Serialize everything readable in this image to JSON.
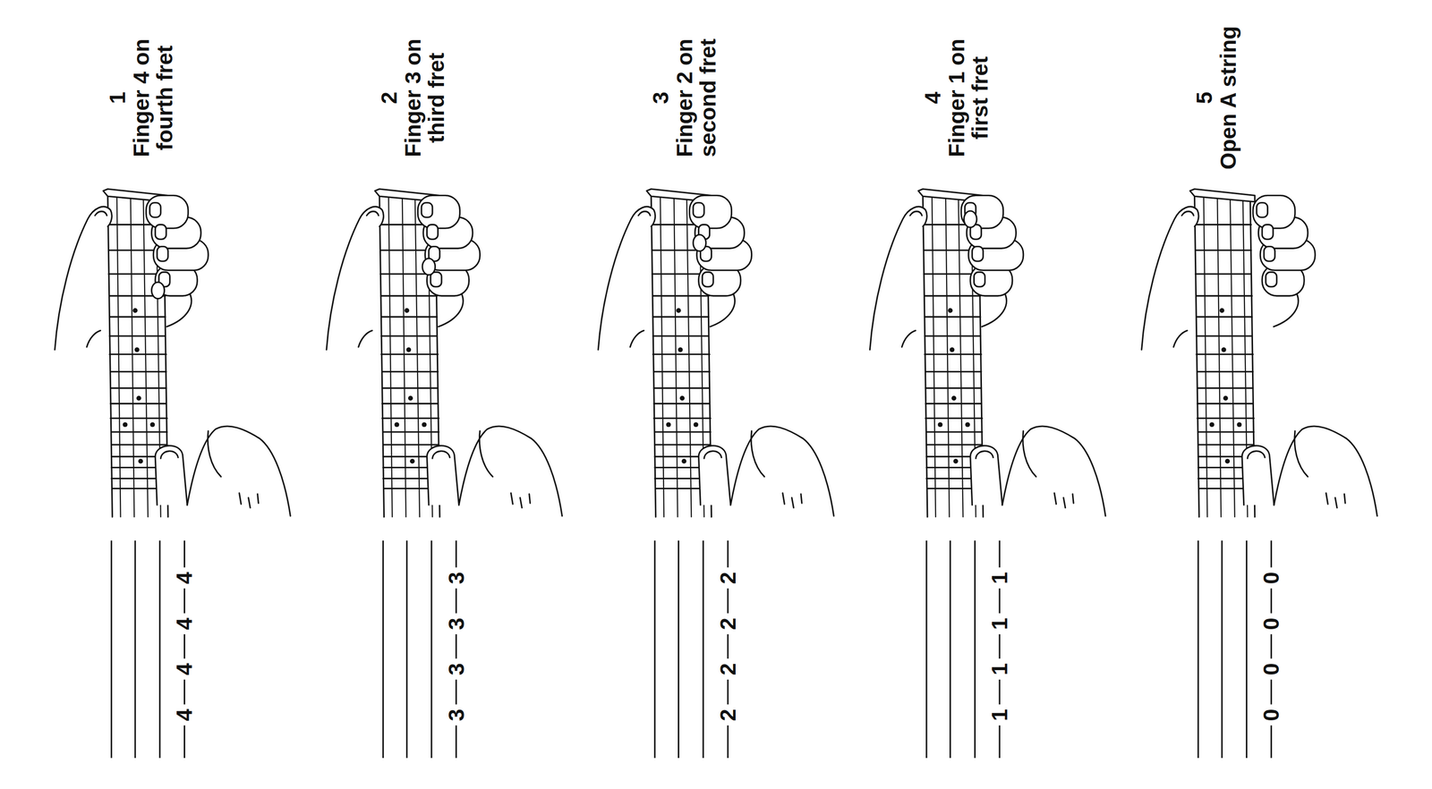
{
  "diagram": {
    "labels": [
      "1",
      "Finger 4 on fourth fret",
      "4",
      "4",
      "4",
      "4",
      "2",
      "Finger 3 on third fret",
      "3",
      "3",
      "3",
      "3",
      "3",
      "Finger 2 on second fret",
      "2",
      "2",
      "2",
      "2",
      "4",
      "Finger 1 on first fret",
      "1",
      "1",
      "1",
      "1",
      "5",
      "Open A string",
      "0",
      "0",
      "0",
      "0"
    ]
  }
}
